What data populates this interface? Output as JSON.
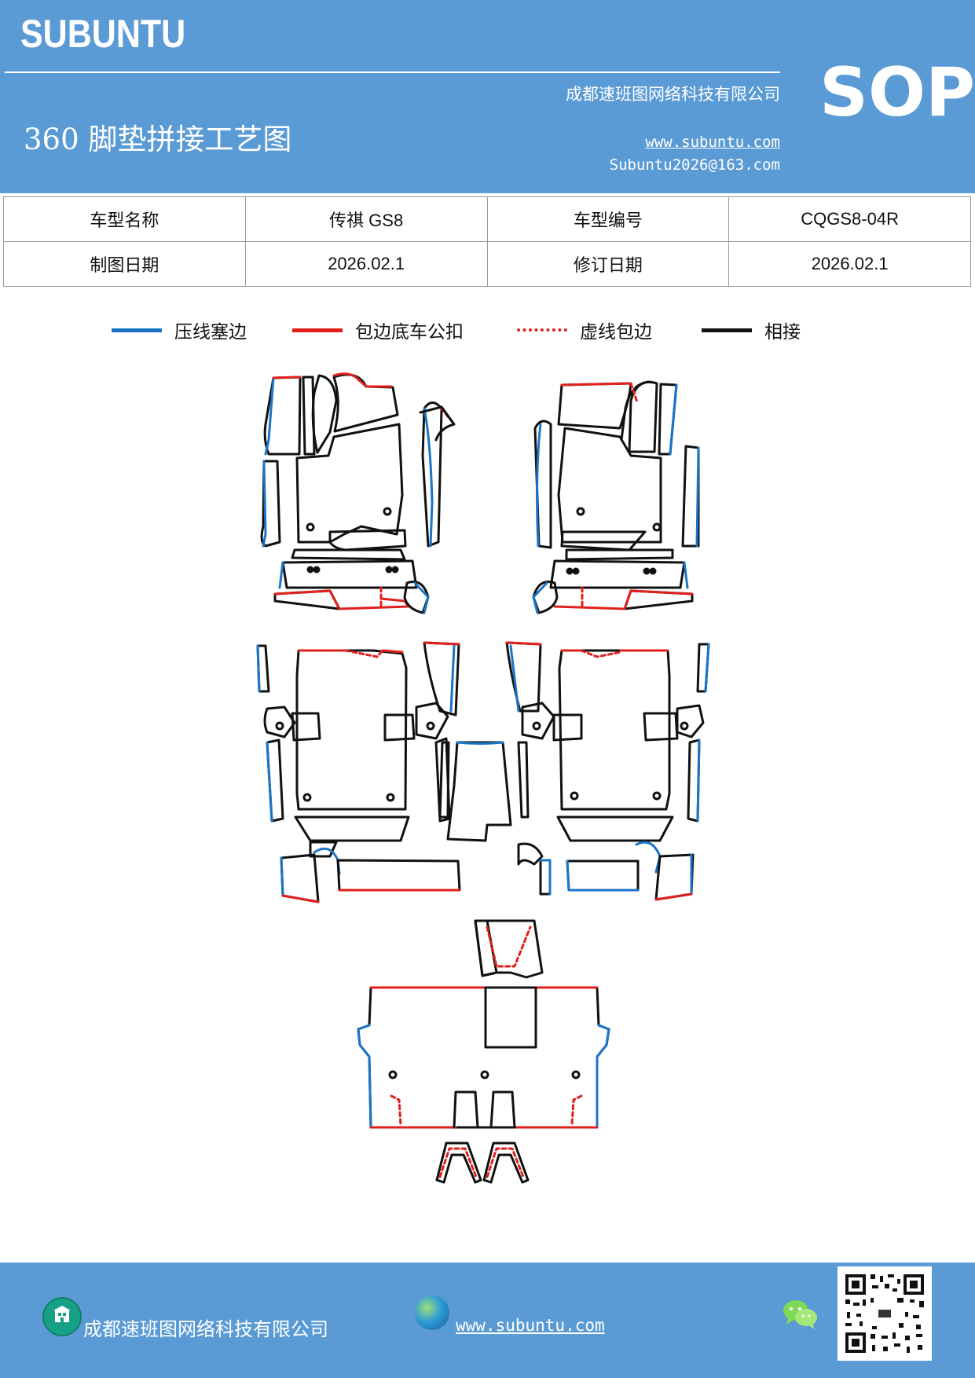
{
  "header": {
    "brand": "SUBUNTU",
    "badge": "SOP",
    "title": "360 脚垫拼接工艺图",
    "company": "成都速班图网络科技有限公司",
    "website": "www.subuntu.com",
    "email": "Subuntu2026@163.com"
  },
  "info_table": {
    "rows": [
      {
        "label1": "车型名称",
        "value1": "传祺 GS8",
        "label2": "车型编号",
        "value2": "CQGS8-04R"
      },
      {
        "label1": "制图日期",
        "value1": "2026.02.1",
        "label2": "修订日期",
        "value2": "2026.02.1"
      }
    ]
  },
  "legend": {
    "items": [
      {
        "label": "压线塞边",
        "color": "#1a75c9",
        "style": "solid"
      },
      {
        "label": "包边底车公扣",
        "color": "#e0201d",
        "style": "solid"
      },
      {
        "label": "虚线包边",
        "color": "#e0201d",
        "style": "dotted"
      },
      {
        "label": "相接",
        "color": "#111111",
        "style": "solid"
      }
    ]
  },
  "colors": {
    "header_bg": "#5b9bd5",
    "blue_edge": "#1a75c9",
    "red_edge": "#e0201d",
    "black_edge": "#111111"
  },
  "footer": {
    "company": "成都速班图网络科技有限公司",
    "website": "www.subuntu.com",
    "icons": [
      "building-icon",
      "globe-icon",
      "wechat-icon",
      "qr-code"
    ]
  }
}
